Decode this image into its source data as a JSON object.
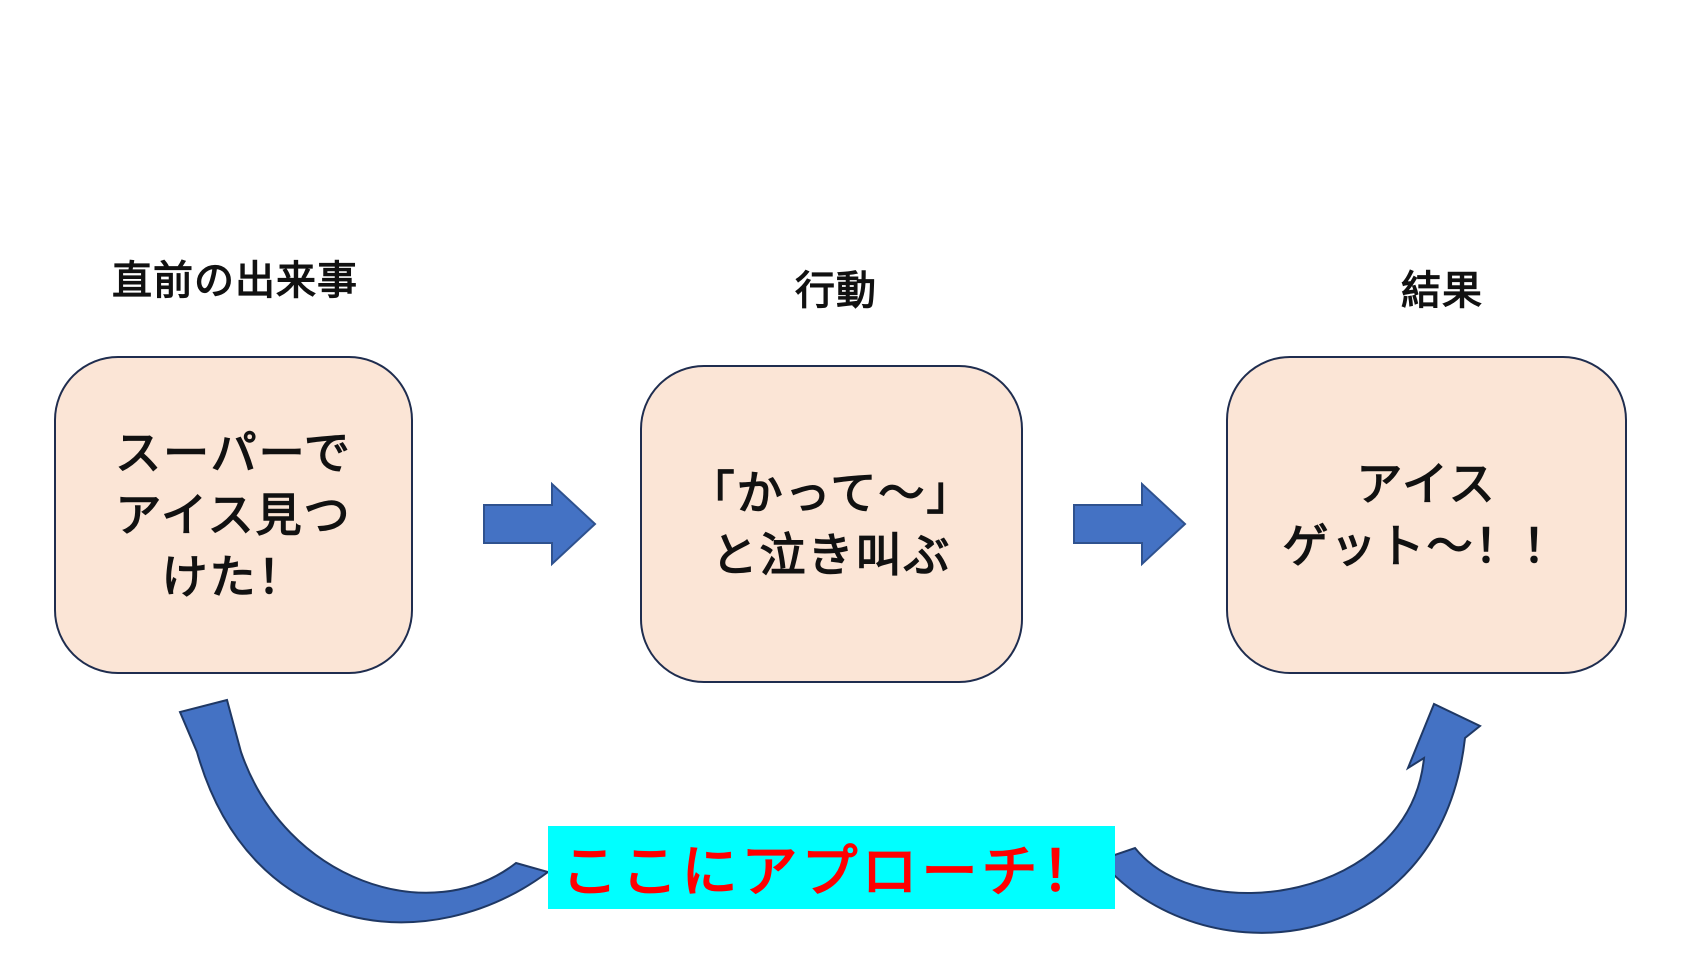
{
  "headings": {
    "antecedent": "直前の出来事",
    "behavior": "行動",
    "consequence": "結果"
  },
  "boxes": {
    "antecedent": "スーパーで\nアイス見つ\nけた！",
    "behavior": "「かって～」\nと泣き叫ぶ",
    "consequence": "アイス\nゲット～！！"
  },
  "callout": {
    "label": "ここにアプローチ！"
  },
  "colors": {
    "box_fill": "#fbe5d6",
    "box_border": "#1f2d4f",
    "arrow_fill": "#4472c4",
    "arrow_stroke": "#2f528f",
    "callout_bg": "#00ffff",
    "callout_text": "#ff0000"
  }
}
